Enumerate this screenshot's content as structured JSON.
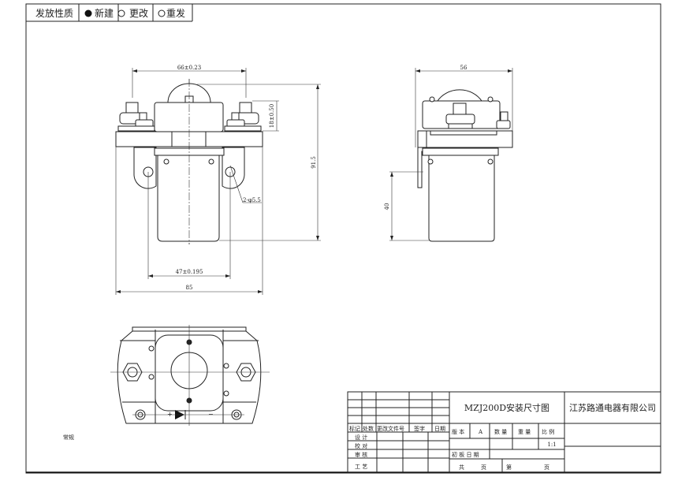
{
  "header": {
    "label": "发放性质",
    "options": [
      {
        "label": "新建",
        "selected": true
      },
      {
        "label": "更改",
        "selected": false
      },
      {
        "label": "重发",
        "selected": false
      }
    ]
  },
  "front_view": {
    "dim_terminal_spacing": "66±0.23",
    "dim_terminal_height": "18±0.50",
    "dim_total_height": "91.5",
    "dim_hole_spacing": "47±0.195",
    "dim_width": "85",
    "hole_callout": "2-φ5.5"
  },
  "side_view": {
    "dim_width": "56",
    "dim_bracket_height": "40"
  },
  "bottom_view": {
    "plus_sign": "+",
    "minus_sign": "−",
    "note": "常规"
  },
  "title_block": {
    "title": "MZJ200D安装尺寸图",
    "company": "江苏路通电器有限公司",
    "revision_headers": [
      "标记",
      "处数",
      "更改文件号",
      "签字",
      "日期"
    ],
    "roles": [
      "设 计",
      "校 对",
      "审 核",
      "工 艺"
    ],
    "version_label": "版 本",
    "version_value": "A",
    "quantity_label": "数 量",
    "weight_label": "重 量",
    "scale_label": "比 例",
    "scale_value": "1:1",
    "first_date_label": "初 板 日 期",
    "total_label": "共",
    "page_label_1": "页",
    "nth_label": "第",
    "page_label_2": "页"
  }
}
